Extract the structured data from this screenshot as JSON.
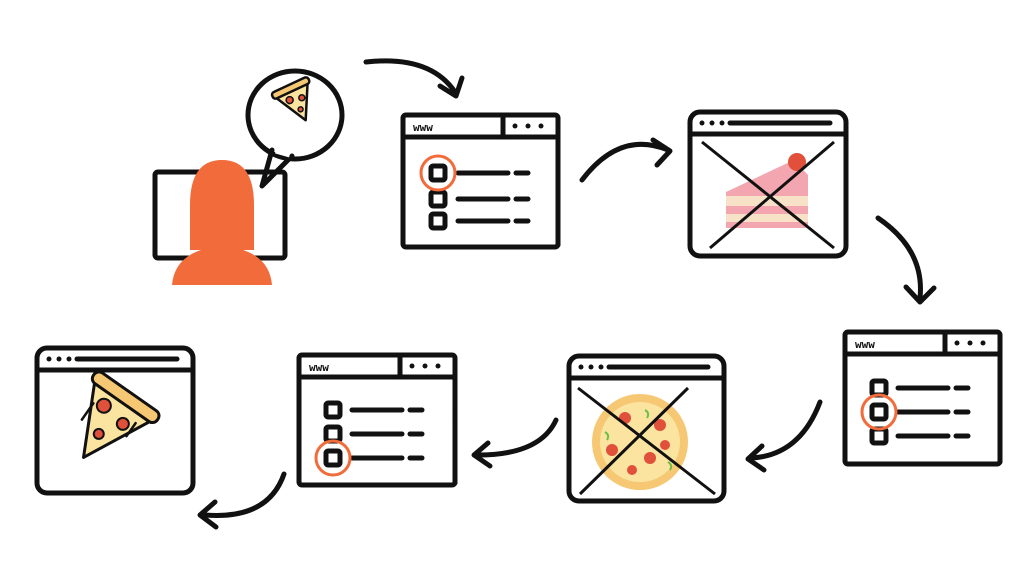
{
  "address_bar_label": "www",
  "colors": {
    "accent": "#F26B3A",
    "ink": "#111111",
    "pizza_crust": "#F7C873",
    "pizza_cheese": "#FBE3A0",
    "pepperoni": "#E0503A",
    "cake_pink": "#F3A6B0",
    "cake_cream": "#F7E2C8"
  },
  "icons": {
    "person": "person-silhouette-icon",
    "monitor": "monitor-icon",
    "thought": "thought-bubble-icon",
    "pizza_slice": "pizza-slice-icon",
    "cake_slice": "cake-slice-icon",
    "whole_pizza": "whole-pizza-icon",
    "cross": "cross-out-icon",
    "checkbox": "checkbox-icon",
    "arrow": "curved-arrow-icon"
  },
  "steps": [
    {
      "id": "user-wants-pizza"
    },
    {
      "id": "menu-select-option-1"
    },
    {
      "id": "result-cake-rejected"
    },
    {
      "id": "menu-select-option-2"
    },
    {
      "id": "result-pizza-rejected"
    },
    {
      "id": "menu-select-option-3"
    },
    {
      "id": "result-pizza-slice-accepted"
    }
  ]
}
